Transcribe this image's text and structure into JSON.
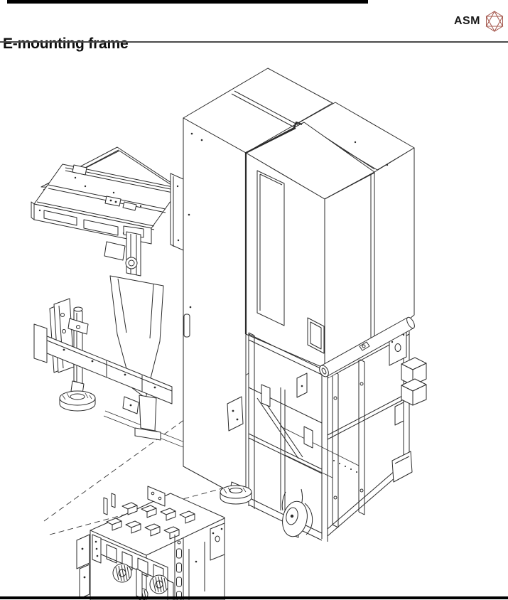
{
  "header": {
    "title": "E-mounting frame",
    "logo_text": "ASM"
  },
  "figure": {
    "description": "Isometric exploded technical line drawing of the E-mounting frame assembly: a feeder trolley table at upper left with support beam and leveling foot, the main machine cabinet with door window slot standing on a welded mounting base frame with handle bar, brackets and caster wheel at center right, and a feeder bank module at lower left; dashed alignment lines indicate mounting direction."
  },
  "colors": {
    "line": "#2b2b2b",
    "rule": "#4a4a4a",
    "bar": "#000000",
    "logo_accent": "#a5584e",
    "background": "#ffffff"
  }
}
